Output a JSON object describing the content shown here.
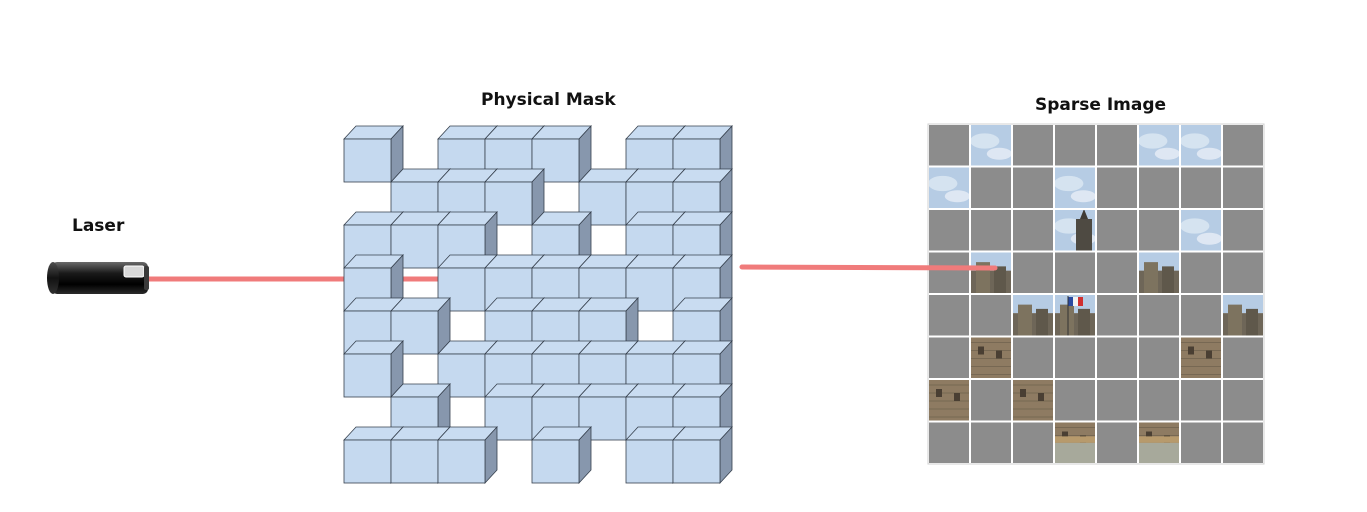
{
  "labels": {
    "laser": "Laser",
    "mask": "Physical Mask",
    "sparse": "Sparse Image"
  },
  "colors": {
    "beam": "#f07b7b",
    "cube_front": "#c5d9ef",
    "cube_top": "#c9dcf1",
    "cube_side": "#8797ad",
    "cube_edge": "#36404d",
    "masked_cell": "#8c8c8c",
    "grid_line": "#ffffff",
    "sky": "#b6cce4",
    "stone": "#8e7b62",
    "laser_body": "#1a1a1a"
  },
  "mask": {
    "rows": 8,
    "cols": 8,
    "pattern": [
      "10111011",
      "01110111",
      "11101011",
      "10111111",
      "11011101",
      "10111111",
      "01011111",
      "11101011"
    ]
  },
  "sparse_image": {
    "rows": 8,
    "cols": 8,
    "pattern": [
      "01000110",
      "10010000",
      "00010010",
      "01000100",
      "00110001",
      "01000010",
      "10100000",
      "00010100"
    ]
  }
}
